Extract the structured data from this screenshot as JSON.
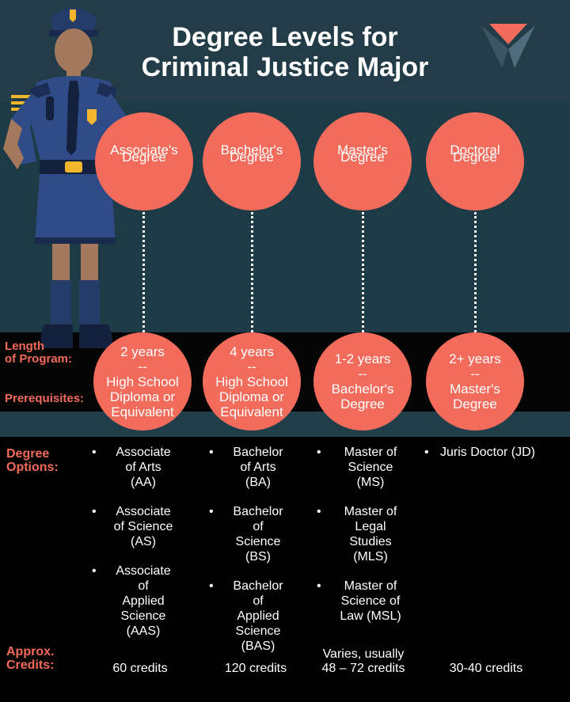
{
  "title": {
    "line1": "Degree Levels for",
    "line2": "Criminal Justice Major"
  },
  "colors": {
    "accent": "#f26b5b",
    "bg": "#223d48",
    "black": "#000000",
    "text": "#ffffff"
  },
  "labels": {
    "length_line1": "Length",
    "length_line2": "of Program:",
    "prerequisites": "Prerequisites:",
    "degree_line1": "Degree",
    "degree_line2": "Options:",
    "approx_line1": "Approx.",
    "approx_line2": "Credits:"
  },
  "degrees": [
    {
      "name_line1": "Associate's",
      "name_line2": "Degree",
      "length": "2 years",
      "sep": "--",
      "prereq_line1": "High School",
      "prereq_line2": "Diploma or",
      "prereq_line3": "Equivalent",
      "credits_line1": "",
      "credits_line2": "60 credits"
    },
    {
      "name_line1": "Bachelor's",
      "name_line2": "Degree",
      "length": "4 years",
      "sep": "--",
      "prereq_line1": "High School",
      "prereq_line2": "Diploma or",
      "prereq_line3": "Equivalent",
      "credits_line1": "",
      "credits_line2": "120 credits"
    },
    {
      "name_line1": "Master's",
      "name_line2": "Degree",
      "length": "1-2 years",
      "sep": "--",
      "prereq_line1": "Bachelor's",
      "prereq_line2": "Degree",
      "prereq_line3": "",
      "credits_line1": "Varies, usually",
      "credits_line2": "48 – 72 credits"
    },
    {
      "name_line1": "Doctoral",
      "name_line2": "Degree",
      "length": "2+ years",
      "sep": "--",
      "prereq_line1": "Master's",
      "prereq_line2": "Degree",
      "prereq_line3": "",
      "credits_line1": "",
      "credits_line2": "30-40 credits"
    }
  ],
  "options": [
    [
      {
        "l1": "Associate",
        "l2": "of Arts",
        "l3": "(AA)",
        "l4": "",
        "l5": ""
      },
      {
        "l1": "Associate",
        "l2": "of Science",
        "l3": "(AS)",
        "l4": "",
        "l5": ""
      },
      {
        "l1": "Associate",
        "l2": "of",
        "l3": "Applied",
        "l4": "Science",
        "l5": "(AAS)"
      }
    ],
    [
      {
        "l1": "Bachelor",
        "l2": "of Arts",
        "l3": "(BA)",
        "l4": "",
        "l5": ""
      },
      {
        "l1": "Bachelor",
        "l2": "of",
        "l3": "Science",
        "l4": "(BS)",
        "l5": ""
      },
      {
        "l1": "Bachelor",
        "l2": "of",
        "l3": "Applied",
        "l4": "Science",
        "l5": "(BAS)"
      }
    ],
    [
      {
        "l1": "Master of",
        "l2": "Science",
        "l3": "(MS)",
        "l4": "",
        "l5": ""
      },
      {
        "l1": "Master of",
        "l2": "Legal",
        "l3": "Studies",
        "l4": "(MLS)",
        "l5": ""
      },
      {
        "l1": "Master of",
        "l2": "Science of",
        "l3": "Law (MSL)",
        "l4": "",
        "l5": ""
      }
    ],
    [
      {
        "l1": "Juris Doctor (JD)",
        "l2": "",
        "l3": "",
        "l4": "",
        "l5": ""
      }
    ]
  ]
}
